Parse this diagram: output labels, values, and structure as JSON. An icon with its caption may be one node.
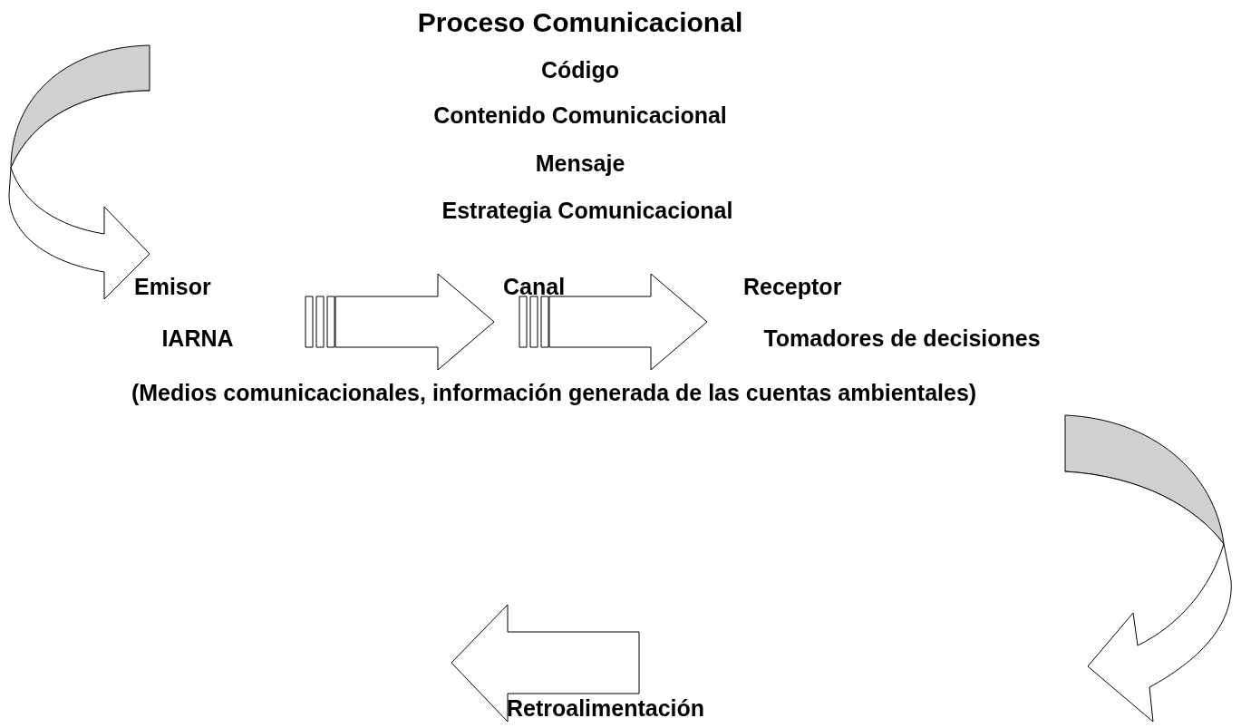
{
  "diagram": {
    "title": "Proceso Comunicacional",
    "nodes": [
      {
        "text": [
          "Emisor"
        ]
      },
      {
        "text": [
          "Canal"
        ]
      },
      {
        "text": [
          "Receptor"
        ]
      }
    ],
    "edges": [
      {
        "from": 0,
        "to": 1,
        "arrow": "to"
      },
      {
        "from": 1,
        "to": 2,
        "arrow": "to"
      }
    ],
    "labels": [
      "Código",
      "Contenido Comunicacional",
      "Mensaje",
      "Estrategia Comunicacional",
      "IARNA",
      "Tomadores de decisiones",
      "(Medios comunicacionales, información generada de las cuentas ambientales)",
      "Retroalimentación"
    ]
  }
}
